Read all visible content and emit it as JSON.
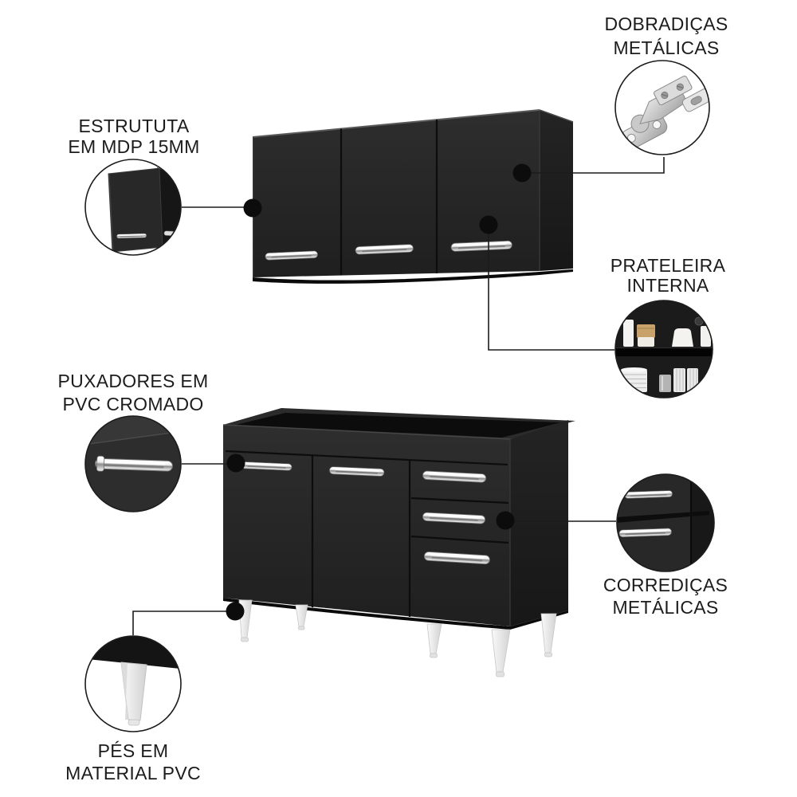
{
  "callouts": {
    "hinges": {
      "line1": "DOBRADIÇAS",
      "line2": "METÁLICAS"
    },
    "structure": {
      "line1": "ESTRUTUTA",
      "line2": "EM MDP 15MM"
    },
    "shelf": {
      "line1": "PRATELEIRA",
      "line2": "INTERNA"
    },
    "handles": {
      "line1": "PUXADORES EM",
      "line2": "PVC CROMADO"
    },
    "slides": {
      "line1": "CORREDIÇAS",
      "line2": "METÁLICAS"
    },
    "feet": {
      "line1": "PÉS EM",
      "line2": "MATERIAL PVC"
    }
  },
  "colors": {
    "background": "#ffffff",
    "cabinet_front": "#262626",
    "cabinet_side": "#1e1e1e",
    "cabinet_interior": "#0c0c0c",
    "text": "#1c1c1c",
    "connector_line": "#1c1c1c",
    "chrome_handle": "#cfcfcf",
    "leg_pvc": "#f2f2f2",
    "jar_amber": "#c9a26b"
  }
}
